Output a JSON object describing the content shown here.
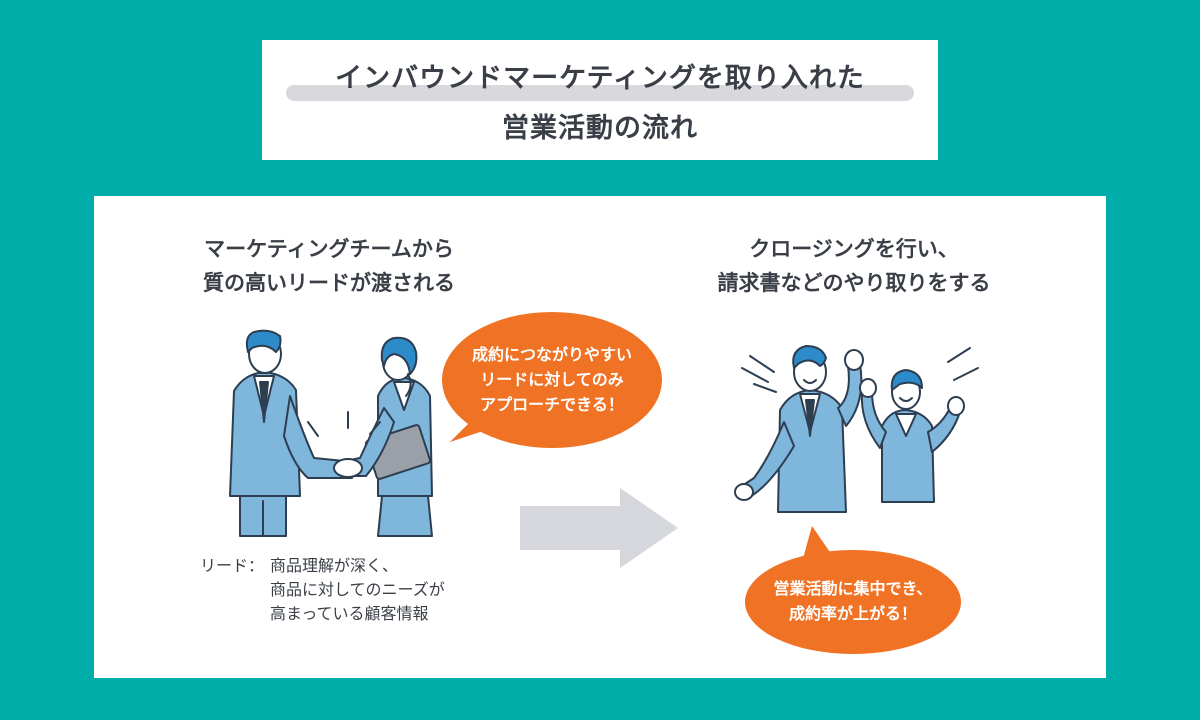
{
  "title": {
    "line1": "インバウンドマーケティングを取り入れた",
    "line2": "営業活動の流れ"
  },
  "left_heading": {
    "line1": "マーケティングチームから",
    "line2": "質の高いリードが渡される"
  },
  "right_heading": {
    "line1": "クロージングを行い、",
    "line2": "請求書などのやり取りをする"
  },
  "bubble_left": {
    "line1": "成約につながりやすい",
    "line2": "リードに対してのみ",
    "line3": "アプローチできる！"
  },
  "bubble_right": {
    "line1": "営業活動に集中でき、",
    "line2": "成約率が上がる！"
  },
  "lead_note": {
    "label": "リード：",
    "line1": "商品理解が深く、",
    "line2": "商品に対してのニーズが",
    "line3": "高まっている顧客情報"
  },
  "colors": {
    "background": "#00ada9",
    "accent_orange": "#f07325",
    "suit_blue": "#7fb6dc",
    "arrow_gray": "#d6d7dc"
  },
  "icons": [
    "handshake-illustration",
    "celebration-illustration",
    "right-arrow-icon"
  ]
}
